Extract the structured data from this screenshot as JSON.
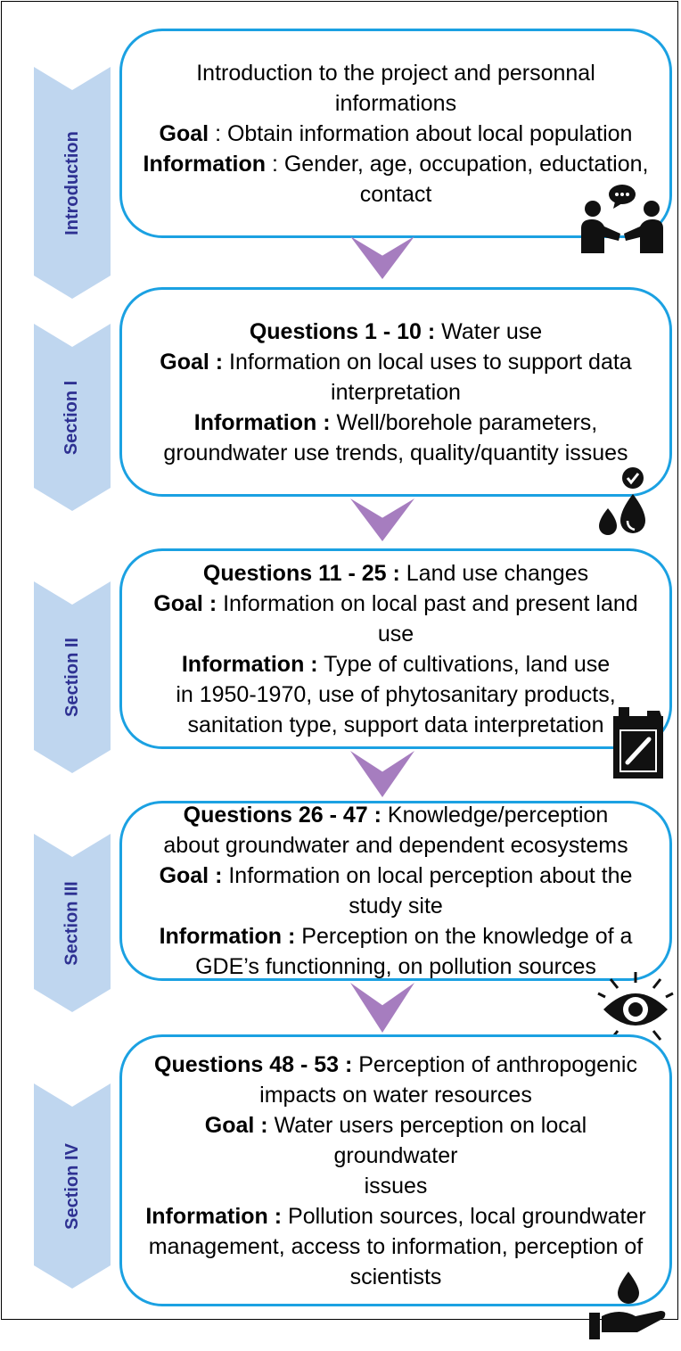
{
  "colors": {
    "chevron": "#bfd6ef",
    "chevron_text": "#2e3192",
    "border": "#1ba1e2",
    "arrow": "#a67dbf"
  },
  "sections": [
    {
      "tab_label": "Introduction",
      "icon": "people-talking-icon",
      "lines": [
        {
          "bold": "",
          "text": "Introduction to the project and personnal"
        },
        {
          "bold": "",
          "text": "informations"
        },
        {
          "bold": "Goal",
          "text": " : Obtain information about local population"
        },
        {
          "bold": "Information",
          "text": " : Gender, age, occupation, eductation,"
        },
        {
          "bold": "",
          "text": "contact"
        }
      ]
    },
    {
      "tab_label": "Section I",
      "icon": "water-drops-check-icon",
      "lines": [
        {
          "bold": "Questions 1 - 10 :",
          "text": " Water use"
        },
        {
          "bold": "Goal :",
          "text": " Information on local uses to support data"
        },
        {
          "bold": "",
          "text": "interpretation"
        },
        {
          "bold": "Information :",
          "text": " Well/borehole parameters,"
        },
        {
          "bold": "",
          "text": "groundwater use trends, quality/quantity issues"
        }
      ]
    },
    {
      "tab_label": "Section II",
      "icon": "chemical-canister-icon",
      "lines": [
        {
          "bold": "Questions 11 - 25 :",
          "text": " Land use changes"
        },
        {
          "bold": "Goal :",
          "text": " Information on local past and present land use"
        },
        {
          "bold": "Information :",
          "text": " Type of cultivations, land use"
        },
        {
          "bold": "",
          "text": "in 1950-1970, use of phytosanitary products,"
        },
        {
          "bold": "",
          "text": "sanitation type, support data interpretation"
        }
      ]
    },
    {
      "tab_label": "Section III",
      "icon": "eye-perception-icon",
      "lines": [
        {
          "bold": "Questions 26 - 47 :",
          "text": " Knowledge/perception"
        },
        {
          "bold": "",
          "text": "about groundwater and dependent ecosystems"
        },
        {
          "bold": "Goal :",
          "text": " Information on local perception about the"
        },
        {
          "bold": "",
          "text": "study site"
        },
        {
          "bold": "Information :",
          "text": " Perception on the knowledge of a"
        },
        {
          "bold": "",
          "text": "GDE’s functionning, on pollution sources"
        }
      ]
    },
    {
      "tab_label": "Section IV",
      "icon": "hand-water-drop-icon",
      "lines": [
        {
          "bold": "Questions 48 - 53 :",
          "text": " Perception of anthropogenic"
        },
        {
          "bold": "",
          "text": "impacts on water resources"
        },
        {
          "bold": "Goal :",
          "text": " Water users perception on local groundwater"
        },
        {
          "bold": "",
          "text": "issues"
        },
        {
          "bold": "Information :",
          "text": " Pollution sources, local groundwater"
        },
        {
          "bold": "",
          "text": "management, access to information, perception of"
        },
        {
          "bold": "",
          "text": "scientists"
        }
      ]
    }
  ]
}
